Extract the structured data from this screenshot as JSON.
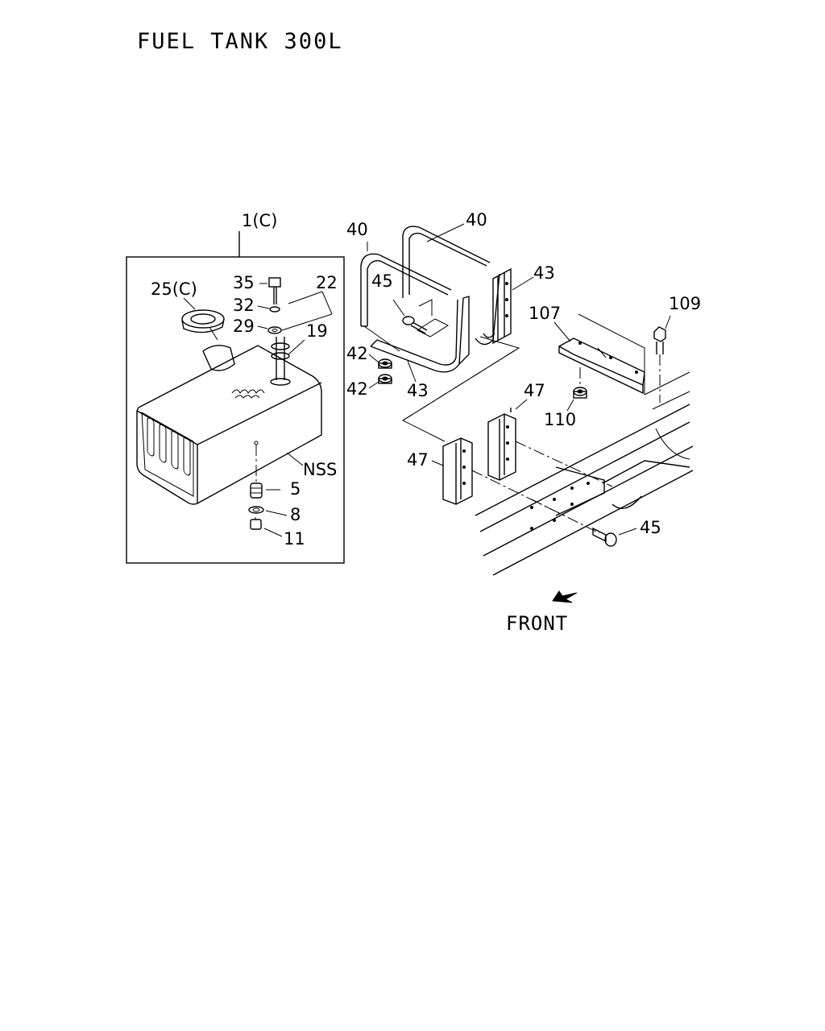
{
  "title": "FUEL TANK 300L",
  "front_label": "FRONT",
  "callouts": {
    "c1": "1(C)",
    "c25": "25(C)",
    "c35": "35",
    "c32": "32",
    "c29": "29",
    "c22": "22",
    "c19": "19",
    "cNSS": "NSS",
    "c5": "5",
    "c8": "8",
    "c11": "11",
    "c40a": "40",
    "c40b": "40",
    "c45a": "45",
    "c43a": "43",
    "c43b": "43",
    "c42a": "42",
    "c42b": "42",
    "c107": "107",
    "c109": "109",
    "c110": "110",
    "c47a": "47",
    "c47b": "47",
    "c45b": "45"
  }
}
